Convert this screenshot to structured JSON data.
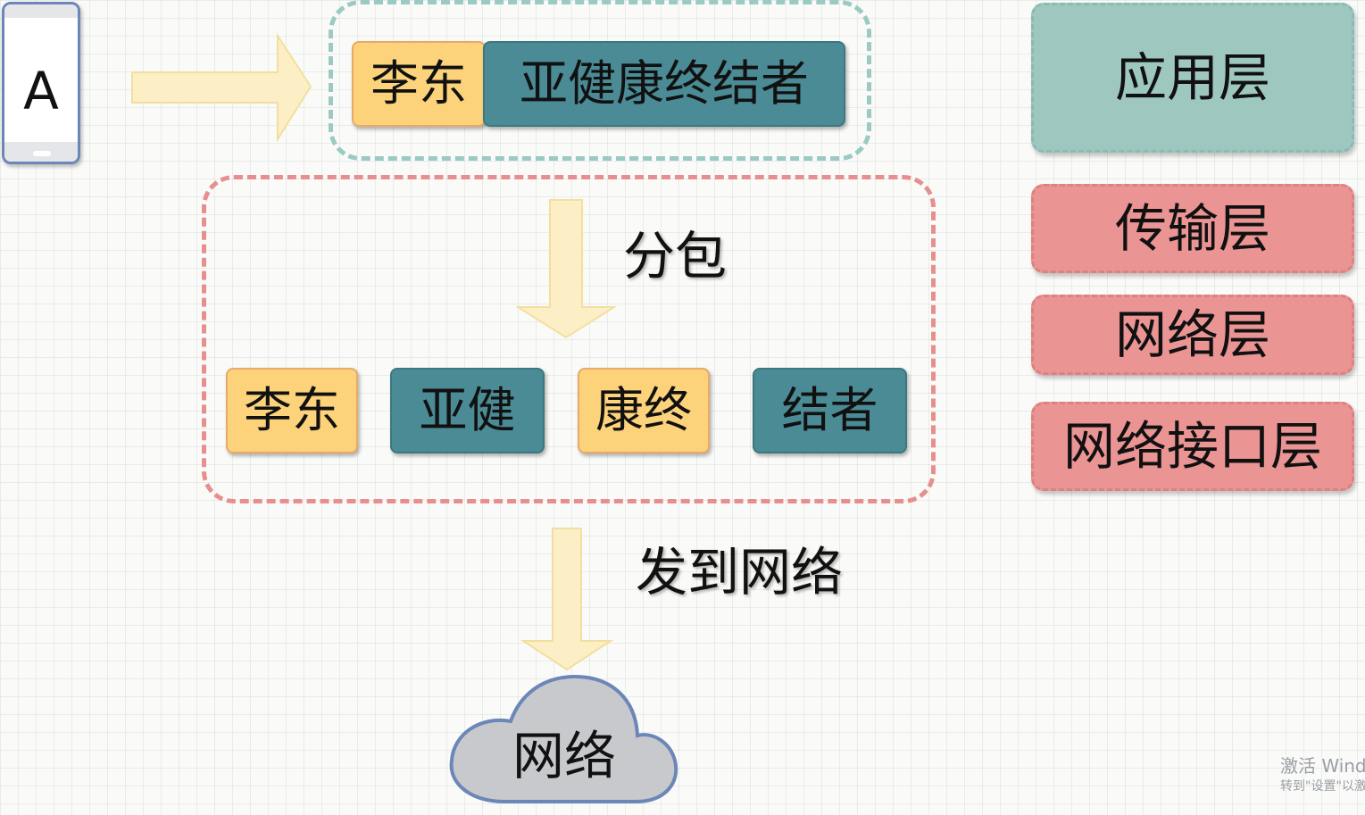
{
  "device": {
    "label": "A"
  },
  "application_message": {
    "sender": "李东",
    "text": "亚健康终结者"
  },
  "split_step": {
    "label": "分包"
  },
  "packets": [
    "李东",
    "亚健",
    "康终",
    "结者"
  ],
  "send_step": {
    "label": "发到网络"
  },
  "network": {
    "label": "网络"
  },
  "layers": {
    "application": "应用层",
    "transport": "传输层",
    "network": "网络层",
    "link": "网络接口层"
  },
  "watermark": {
    "line1": "激活 Wind",
    "line2": "转到\"设置\"以激"
  },
  "colors": {
    "packet_yellow": "#fcd27a",
    "packet_teal": "#4a8b95",
    "application_layer": "#9ec7c0",
    "lower_layers": "#eb9494",
    "arrow_fill": "#fdefc5",
    "cloud_fill": "#c8c9cc",
    "cloud_stroke": "#6c86b8"
  }
}
